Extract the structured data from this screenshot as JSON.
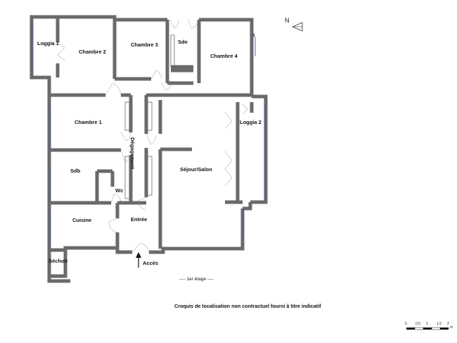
{
  "rooms": {
    "loggia1": "Loggia 1",
    "chambre2": "Chambre 2",
    "chambre3": "Chambre 3",
    "sde": "Sde",
    "chambre4": "Chambre 4",
    "chambre1": "Chambre 1",
    "loggia2": "Loggia 2",
    "degagement": "Dégagement",
    "sdb": "Sdb",
    "wc": "Wc",
    "sejour": "Séjour/Salon",
    "cuisine": "Cuisine",
    "entree": "Entrée",
    "sechoir": "Séchoir"
  },
  "labels": {
    "acces": "Accès",
    "etage": "----  1er étage  ----",
    "disclaimer": "Croquis de localisation non contractuel fourni à titre indicatif",
    "north": "N"
  },
  "scale": {
    "ticks": [
      "0",
      "0.5",
      "1",
      "1.5",
      "2"
    ],
    "unit": "m"
  },
  "colors": {
    "wall": "#6a6a6a",
    "window": "#3b5bdb"
  }
}
